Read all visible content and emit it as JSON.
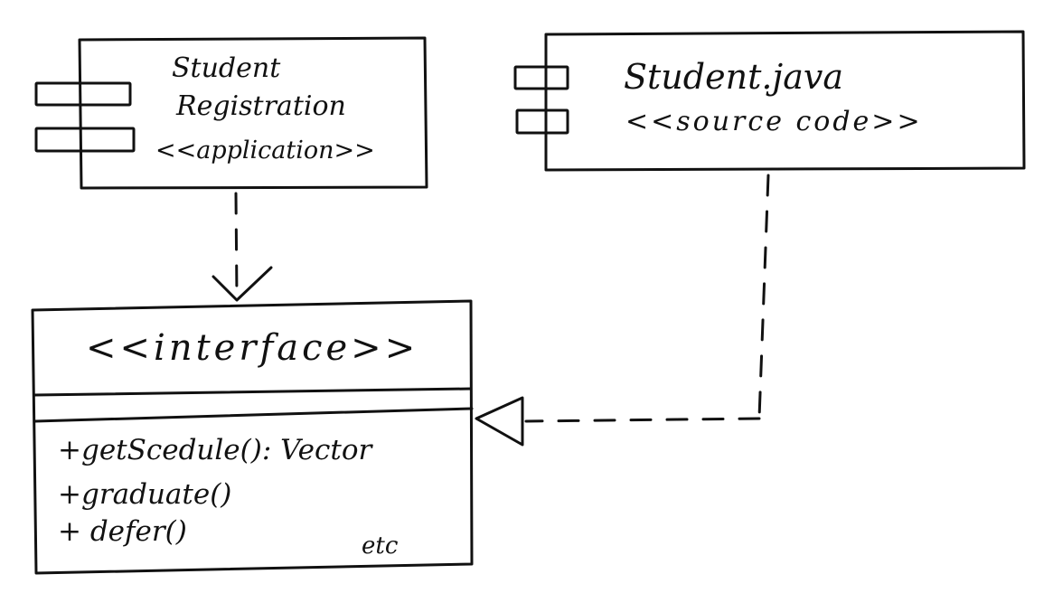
{
  "components": {
    "registration": {
      "line1": "Student",
      "line2": "Registration",
      "line3": "<<application>>"
    },
    "source": {
      "line1": "Student.java",
      "line2": "<<source code>>"
    }
  },
  "interface_class": {
    "stereotype": "<<interface>>",
    "operations": [
      "+getScedule(): Vector",
      "+graduate()",
      "+ defer()"
    ],
    "etc": "etc"
  }
}
